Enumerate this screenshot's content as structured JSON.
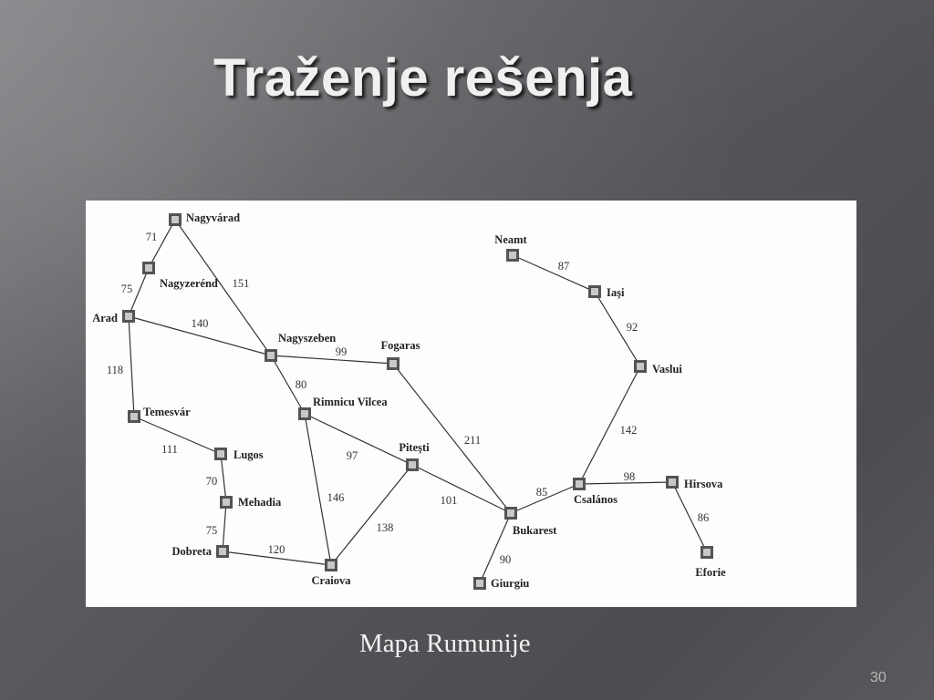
{
  "slide": {
    "title": "Traženje rešenja",
    "caption": "Mapa Rumunije",
    "page_number": "30"
  },
  "map": {
    "cities": [
      {
        "id": "nagyvarad",
        "name": "Nagyvárad"
      },
      {
        "id": "nagyzerend",
        "name": "Nagyzerénd"
      },
      {
        "id": "arad",
        "name": "Arad"
      },
      {
        "id": "temesvar",
        "name": "Temesvár"
      },
      {
        "id": "lugos",
        "name": "Lugos"
      },
      {
        "id": "mehadia",
        "name": "Mehadia"
      },
      {
        "id": "dobreta",
        "name": "Dobreta"
      },
      {
        "id": "craiova",
        "name": "Craiova"
      },
      {
        "id": "nagyszeben",
        "name": "Nagyszeben"
      },
      {
        "id": "rimnicu",
        "name": "Rimnicu Vilcea"
      },
      {
        "id": "fogaras",
        "name": "Fogaras"
      },
      {
        "id": "pitesti",
        "name": "Piteşti"
      },
      {
        "id": "bukarest",
        "name": "Bukarest"
      },
      {
        "id": "giurgiu",
        "name": "Giurgiu"
      },
      {
        "id": "csalanos",
        "name": "Csalános"
      },
      {
        "id": "hirsova",
        "name": "Hirsova"
      },
      {
        "id": "eforie",
        "name": "Eforie"
      },
      {
        "id": "vaslui",
        "name": "Vaslui"
      },
      {
        "id": "iasi",
        "name": "Iaşi"
      },
      {
        "id": "neamt",
        "name": "Neamt"
      }
    ],
    "roads": [
      {
        "from": "nagyvarad",
        "to": "nagyzerend",
        "distance": "71"
      },
      {
        "from": "nagyzerend",
        "to": "arad",
        "distance": "75"
      },
      {
        "from": "nagyvarad",
        "to": "nagyszeben",
        "distance": "151"
      },
      {
        "from": "arad",
        "to": "nagyszeben",
        "distance": "140"
      },
      {
        "from": "arad",
        "to": "temesvar",
        "distance": "118"
      },
      {
        "from": "temesvar",
        "to": "lugos",
        "distance": "111"
      },
      {
        "from": "lugos",
        "to": "mehadia",
        "distance": "70"
      },
      {
        "from": "mehadia",
        "to": "dobreta",
        "distance": "75"
      },
      {
        "from": "dobreta",
        "to": "craiova",
        "distance": "120"
      },
      {
        "from": "nagyszeben",
        "to": "fogaras",
        "distance": "99"
      },
      {
        "from": "nagyszeben",
        "to": "rimnicu",
        "distance": "80"
      },
      {
        "from": "rimnicu",
        "to": "pitesti",
        "distance": "97"
      },
      {
        "from": "rimnicu",
        "to": "craiova",
        "distance": "146"
      },
      {
        "from": "craiova",
        "to": "pitesti",
        "distance": "138"
      },
      {
        "from": "pitesti",
        "to": "bukarest",
        "distance": "101"
      },
      {
        "from": "fogaras",
        "to": "bukarest",
        "distance": "211"
      },
      {
        "from": "bukarest",
        "to": "giurgiu",
        "distance": "90"
      },
      {
        "from": "bukarest",
        "to": "csalanos",
        "distance": "85"
      },
      {
        "from": "csalanos",
        "to": "hirsova",
        "distance": "98"
      },
      {
        "from": "hirsova",
        "to": "eforie",
        "distance": "86"
      },
      {
        "from": "csalanos",
        "to": "vaslui",
        "distance": "142"
      },
      {
        "from": "vaslui",
        "to": "iasi",
        "distance": "92"
      },
      {
        "from": "iasi",
        "to": "neamt",
        "distance": "87"
      }
    ]
  }
}
